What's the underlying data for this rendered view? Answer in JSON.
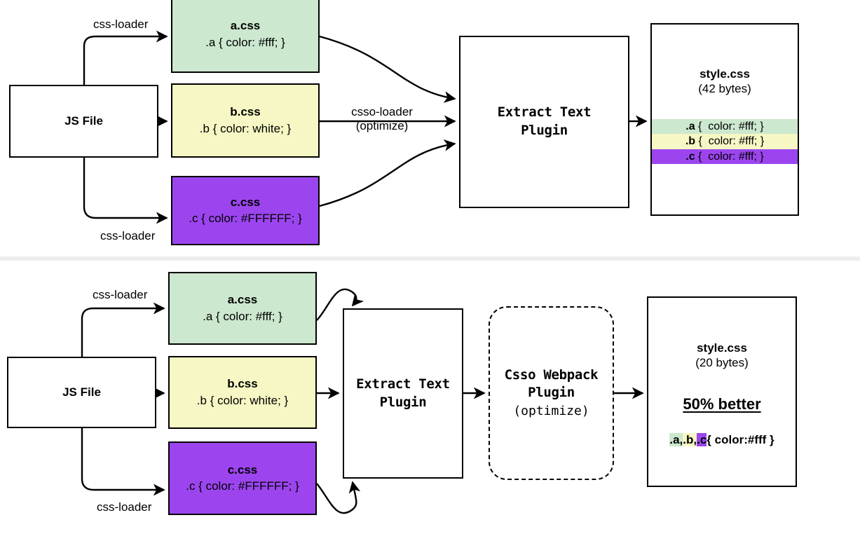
{
  "diagram": {
    "title": "css optimization pipeline comparison",
    "colors": {
      "green": "#cce8cf",
      "yellow": "#f6f7c4",
      "purple": "#9c45ef",
      "stroke": "#000000",
      "background": "#ffffff",
      "divider": "#eeeeee"
    }
  },
  "top": {
    "source": {
      "label": "JS File"
    },
    "edges": {
      "loader_a": "css-loader",
      "loader_c": "css-loader",
      "csso_line1": "csso-loader",
      "csso_line2": "(optimize)"
    },
    "files": [
      {
        "name": "a.css",
        "rule": ".a {  color: #fff; }",
        "color": "green"
      },
      {
        "name": "b.css",
        "rule": ".b {  color: white; }",
        "color": "yellow"
      },
      {
        "name": "c.css",
        "rule": ".c { color: #FFFFFF; }",
        "color": "purple"
      }
    ],
    "plugin": {
      "line1": "Extract Text",
      "line2": "Plugin"
    },
    "output": {
      "name": "style.css",
      "bytes": "(42 bytes)",
      "lines": [
        {
          "selector": ".a",
          "rest": " {  color: #fff; }",
          "color": "green"
        },
        {
          "selector": ".b",
          "rest": " {  color: #fff; }",
          "color": "yellow"
        },
        {
          "selector": ".c",
          "rest": " {  color: #fff; }",
          "color": "purple"
        }
      ]
    }
  },
  "bottom": {
    "source": {
      "label": "JS File"
    },
    "edges": {
      "loader_a": "css-loader",
      "loader_c": "css-loader"
    },
    "files": [
      {
        "name": "a.css",
        "rule": ".a {  color: #fff; }",
        "color": "green"
      },
      {
        "name": "b.css",
        "rule": ".b {  color: white; }",
        "color": "yellow"
      },
      {
        "name": "c.css",
        "rule": ".c { color: #FFFFFF; }",
        "color": "purple"
      }
    ],
    "plugin": {
      "line1": "Extract Text",
      "line2": "Plugin"
    },
    "csso_plugin": {
      "line1": "Csso Webpack",
      "line2": "Plugin",
      "line3": "(optimize)"
    },
    "output": {
      "name": "style.css",
      "bytes": "(20 bytes)",
      "better": "50% better",
      "merged": {
        "sel_a": ".a,",
        "sel_b": ".b,",
        "sel_c": ".c",
        "rest": "{ color:#fff }"
      }
    }
  }
}
